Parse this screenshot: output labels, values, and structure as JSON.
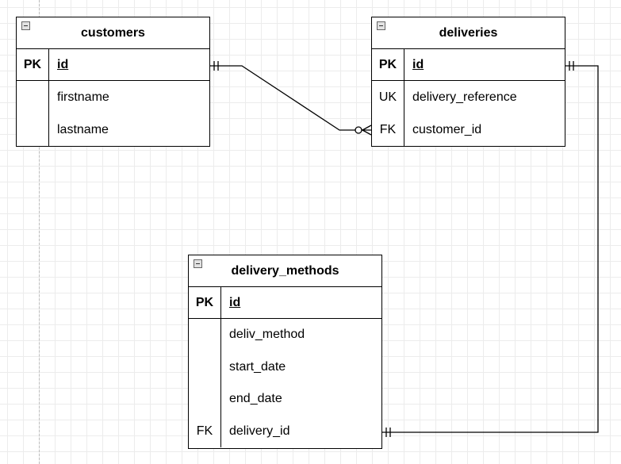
{
  "tables": {
    "customers": {
      "title": "customers",
      "pk": {
        "key": "PK",
        "name": "id"
      },
      "fields": [
        {
          "key": "",
          "name": "firstname"
        },
        {
          "key": "",
          "name": "lastname"
        }
      ]
    },
    "deliveries": {
      "title": "deliveries",
      "pk": {
        "key": "PK",
        "name": "id"
      },
      "fields": [
        {
          "key": "UK",
          "name": "delivery_reference"
        },
        {
          "key": "FK",
          "name": "customer_id"
        }
      ]
    },
    "delivery_methods": {
      "title": "delivery_methods",
      "pk": {
        "key": "PK",
        "name": "id"
      },
      "fields": [
        {
          "key": "",
          "name": "deliv_method"
        },
        {
          "key": "",
          "name": "start_date"
        },
        {
          "key": "",
          "name": "end_date"
        },
        {
          "key": "FK",
          "name": "delivery_id"
        }
      ]
    }
  },
  "relationships": [
    {
      "from": "customers.id",
      "from_cardinality": "one-and-only-one",
      "to": "deliveries.customer_id",
      "to_cardinality": "zero-or-many"
    },
    {
      "from": "deliveries.id",
      "from_cardinality": "one-and-only-one",
      "to": "delivery_methods.delivery_id",
      "to_cardinality": "one-and-only-one"
    }
  ],
  "colors": {
    "line": "#000000",
    "grid": "#ececec",
    "background": "#ffffff",
    "guide": "#bdbdbd"
  }
}
